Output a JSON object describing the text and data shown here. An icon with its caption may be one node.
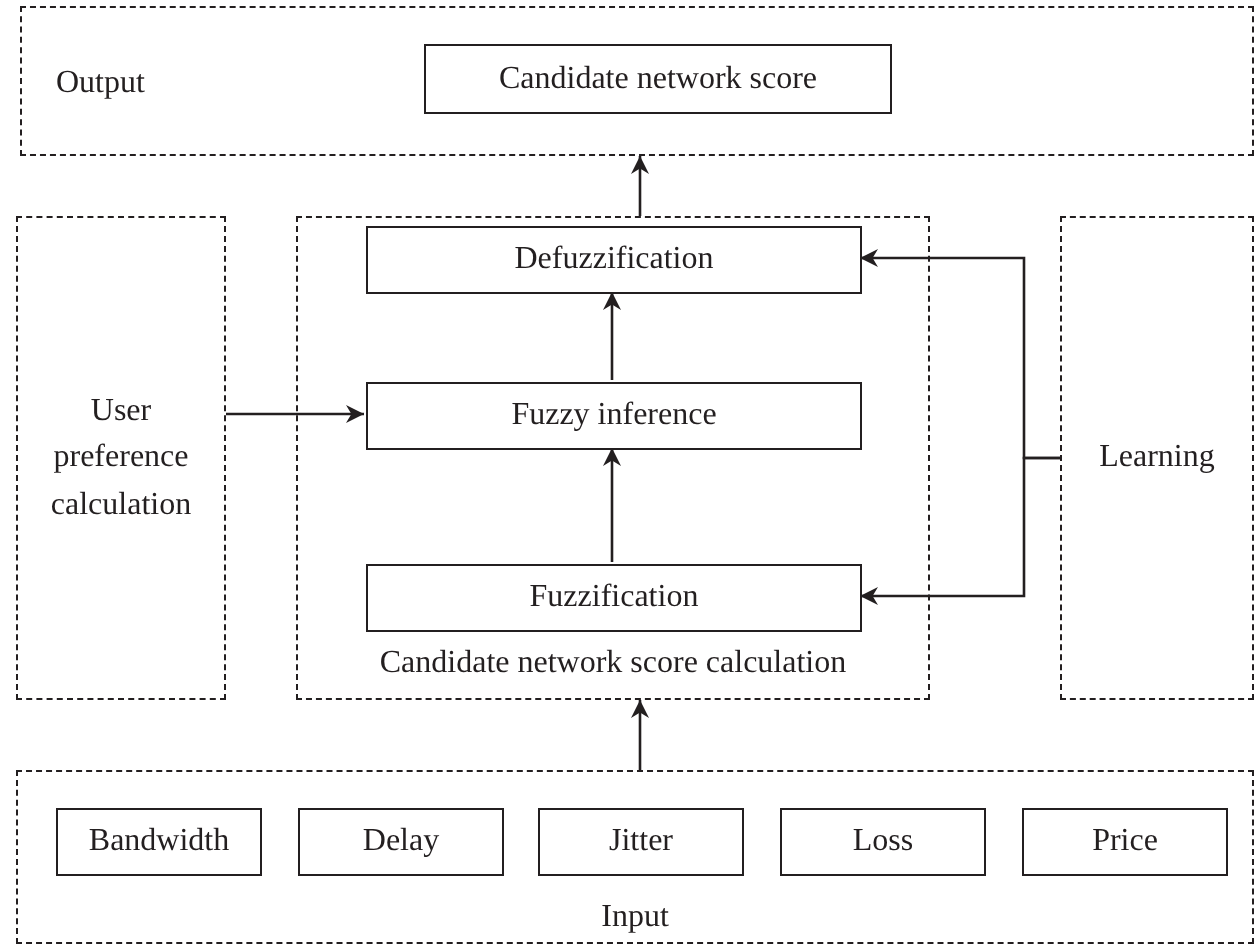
{
  "diagram": {
    "nodes": [
      {
        "text": [
          "Output"
        ]
      },
      {
        "text": [
          "Candidate network score"
        ],
        "in": 0
      },
      {
        "text": [
          "User preference calculation"
        ]
      },
      {
        "text": [
          "Candidate network score calculation"
        ]
      },
      {
        "text": [
          "Defuzzification"
        ],
        "in": 3
      },
      {
        "text": [
          "Fuzzy inference"
        ],
        "in": 3
      },
      {
        "text": [
          "Fuzzification"
        ],
        "in": 3
      },
      {
        "text": [
          "Learning"
        ]
      },
      {
        "text": [
          "Input"
        ]
      },
      {
        "text": [
          "Bandwidth"
        ],
        "in": 8
      },
      {
        "text": [
          "Delay"
        ],
        "in": 8
      },
      {
        "text": [
          "Jitter"
        ],
        "in": 8
      },
      {
        "text": [
          "Loss"
        ],
        "in": 8
      },
      {
        "text": [
          "Price"
        ],
        "in": 8
      }
    ],
    "edges": [
      {
        "from": 3,
        "to": 0,
        "arrow": "to"
      },
      {
        "from": 5,
        "to": 4,
        "arrow": "to"
      },
      {
        "from": 6,
        "to": 5,
        "arrow": "to"
      },
      {
        "from": 2,
        "to": 5,
        "arrow": "to"
      },
      {
        "from": 7,
        "to": 4,
        "arrow": "to"
      },
      {
        "from": 7,
        "to": 6,
        "arrow": "to"
      },
      {
        "from": 8,
        "to": 3,
        "arrow": "to"
      }
    ]
  }
}
